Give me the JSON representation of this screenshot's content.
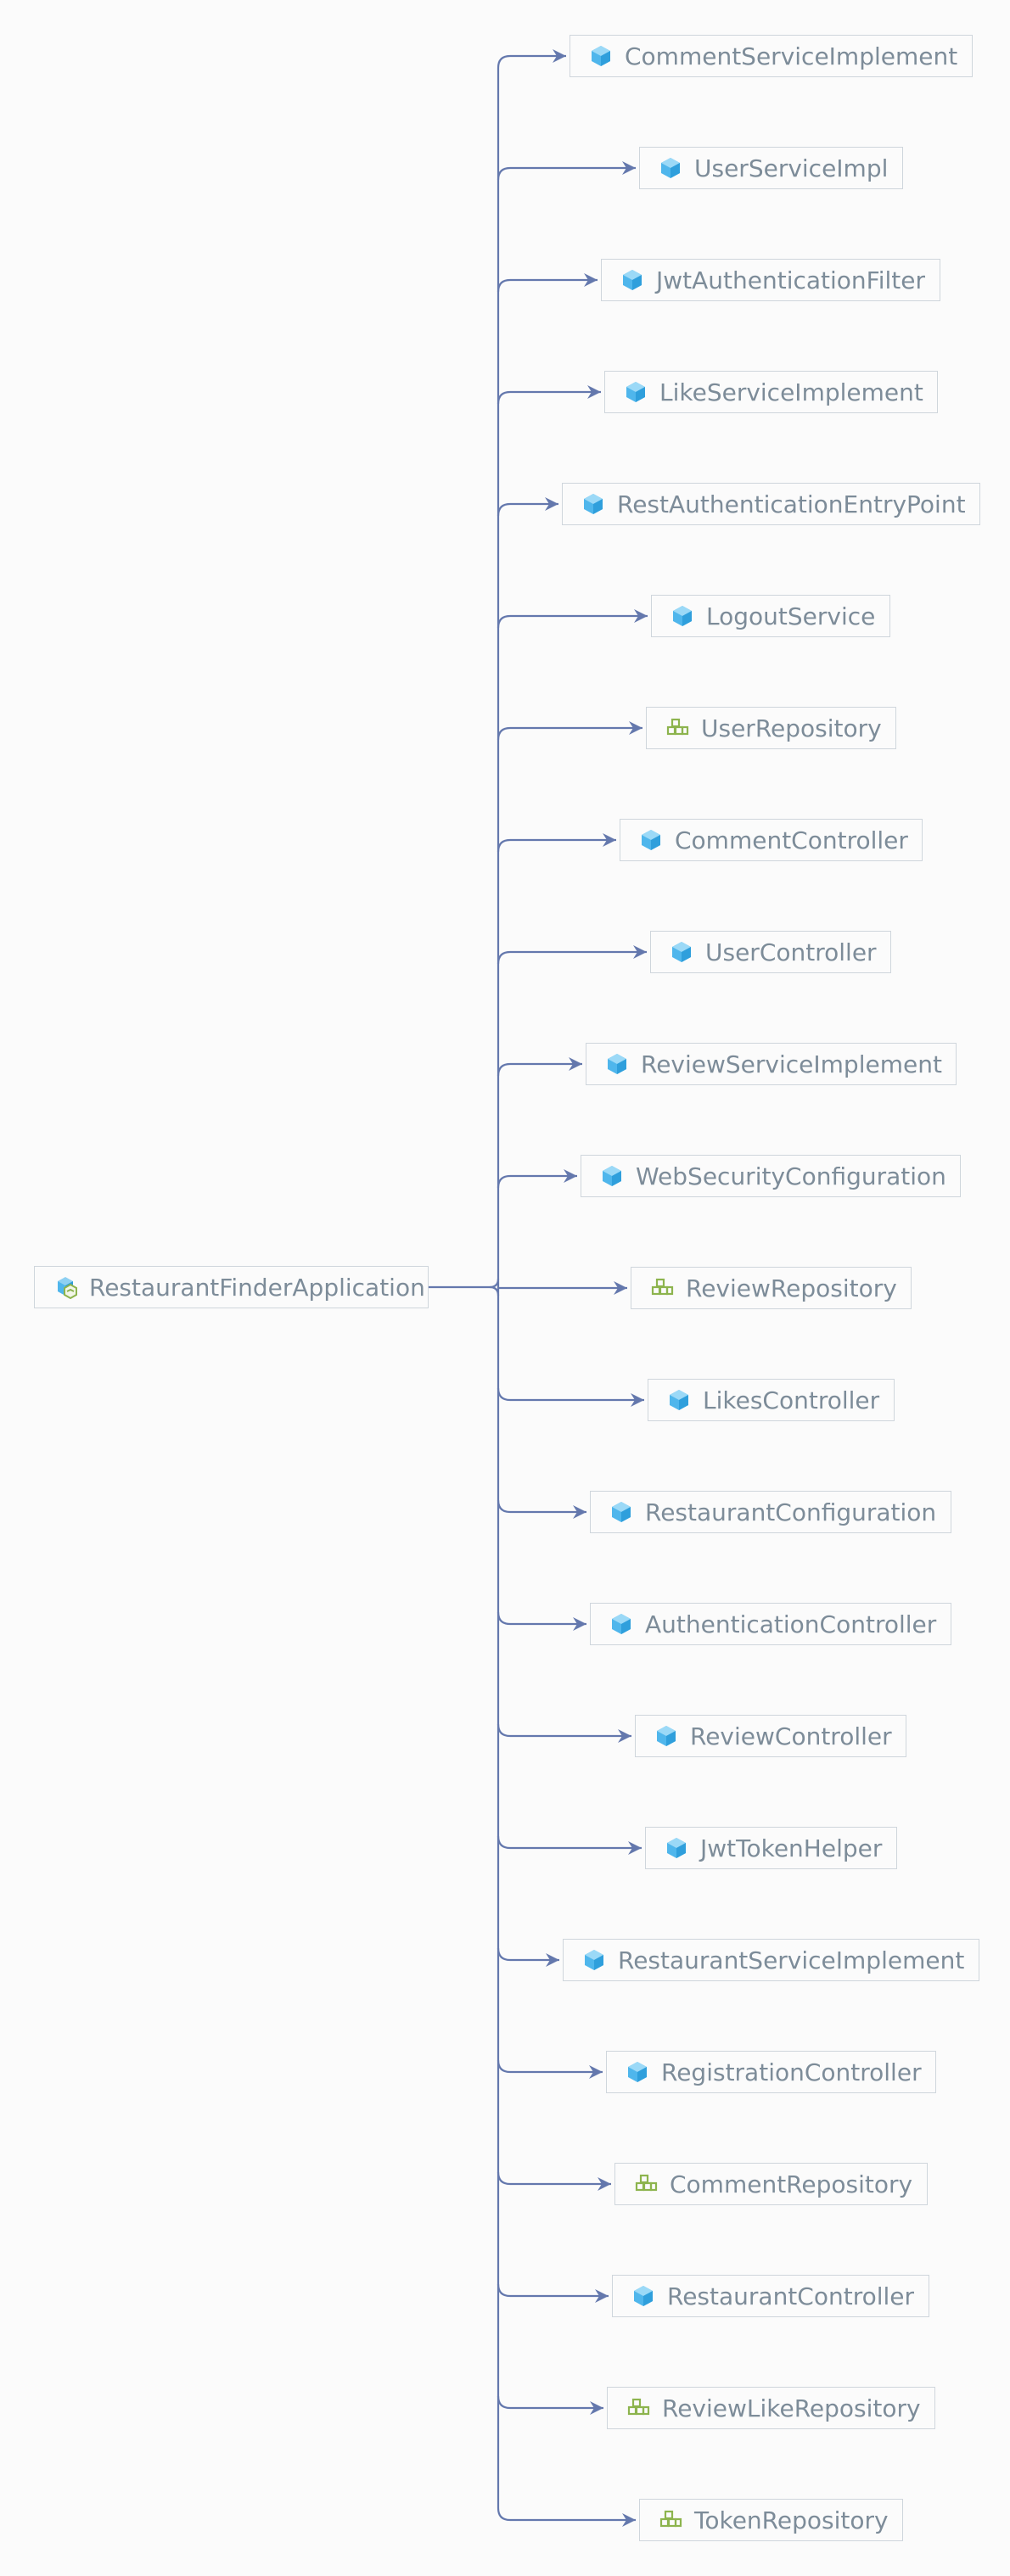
{
  "colors": {
    "background": "#fbfbfb",
    "edge": "#6478ad",
    "node_border": "#cfd6dc",
    "text": "#7d8c99",
    "bean_icon": "#4fb6ec",
    "repository_icon": "#8db44e"
  },
  "root": {
    "label": "RestaurantFinderApplication",
    "icon": "spring-application-icon"
  },
  "children": [
    {
      "label": "CommentServiceImplement",
      "icon": "bean-cube-icon"
    },
    {
      "label": "UserServiceImpl",
      "icon": "bean-cube-icon"
    },
    {
      "label": "JwtAuthenticationFilter",
      "icon": "bean-cube-icon"
    },
    {
      "label": "LikeServiceImplement",
      "icon": "bean-cube-icon"
    },
    {
      "label": "RestAuthenticationEntryPoint",
      "icon": "bean-cube-icon"
    },
    {
      "label": "LogoutService",
      "icon": "bean-cube-icon"
    },
    {
      "label": "UserRepository",
      "icon": "repository-icon"
    },
    {
      "label": "CommentController",
      "icon": "bean-cube-icon"
    },
    {
      "label": "UserController",
      "icon": "bean-cube-icon"
    },
    {
      "label": "ReviewServiceImplement",
      "icon": "bean-cube-icon"
    },
    {
      "label": "WebSecurityConfiguration",
      "icon": "bean-cube-icon"
    },
    {
      "label": "ReviewRepository",
      "icon": "repository-icon"
    },
    {
      "label": "LikesController",
      "icon": "bean-cube-icon"
    },
    {
      "label": "RestaurantConfiguration",
      "icon": "bean-cube-icon"
    },
    {
      "label": "AuthenticationController",
      "icon": "bean-cube-icon"
    },
    {
      "label": "ReviewController",
      "icon": "bean-cube-icon"
    },
    {
      "label": "JwtTokenHelper",
      "icon": "bean-cube-icon"
    },
    {
      "label": "RestaurantServiceImplement",
      "icon": "bean-cube-icon"
    },
    {
      "label": "RegistrationController",
      "icon": "bean-cube-icon"
    },
    {
      "label": "CommentRepository",
      "icon": "repository-icon"
    },
    {
      "label": "RestaurantController",
      "icon": "bean-cube-icon"
    },
    {
      "label": "ReviewLikeRepository",
      "icon": "repository-icon"
    },
    {
      "label": "TokenRepository",
      "icon": "repository-icon"
    }
  ]
}
